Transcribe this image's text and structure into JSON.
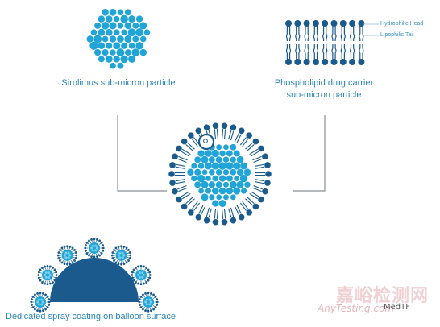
{
  "labels": {
    "sirolimus": "Sirolimus sub-micron particle",
    "phospholipid_line1": "Phospholipid drug carrier",
    "phospholipid_line2": "sub-micron particle",
    "coating": "Dedicated spray coating on balloon surface",
    "hydrophilic_head": "Hydrophilic Head",
    "lipophilic_tail": "Lipophilic Tail"
  },
  "watermark": {
    "chinese": "嘉峪检测网",
    "english": "AnyTesting.com",
    "tag": "MedTF"
  },
  "colors": {
    "dark_blue": "#1a5a8c",
    "light_blue": "#21a5d6",
    "connector_gray": "#8a8f94",
    "label_blue": "#2b87b8"
  }
}
